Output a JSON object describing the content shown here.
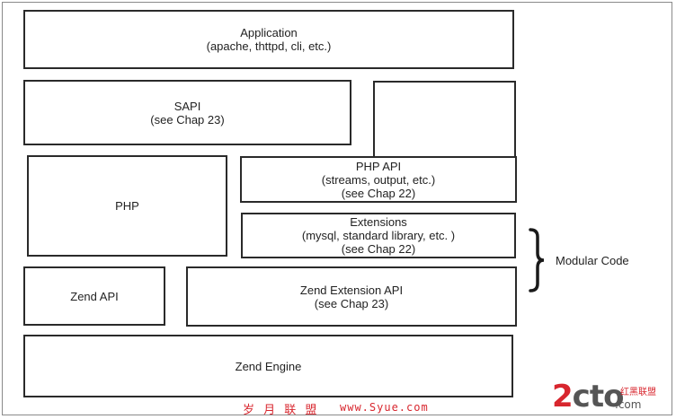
{
  "diagram": {
    "application": {
      "title": "Application",
      "subtitle": "(apache, thttpd, cli, etc.)"
    },
    "sapi": {
      "title": "SAPI",
      "subtitle": "(see Chap 23)"
    },
    "php": {
      "title": "PHP"
    },
    "php_api": {
      "title": "PHP API",
      "line2": "(streams, output, etc.)",
      "line3": "(see Chap 22)"
    },
    "extensions": {
      "title": "Extensions",
      "line2": "(mysql, standard library, etc. )",
      "line3": "(see Chap 22)"
    },
    "zend_api": {
      "title": "Zend API"
    },
    "zend_extension_api": {
      "title": "Zend Extension API",
      "subtitle": "(see Chap 23)"
    },
    "zend_engine": {
      "title": "Zend Engine"
    },
    "modular_code_label": "Modular Code"
  },
  "watermark": {
    "cn_text": "岁 月 联 盟",
    "url": "www.Syue.com",
    "logo_digits": "2",
    "logo_cto": "cto",
    "logo_dot_com": ".com",
    "logo_cn": "红黑联盟"
  },
  "colors": {
    "box_border": "#2a2a2a",
    "text": "#222222",
    "watermark_red": "#d8262e",
    "logo_gray": "#555555"
  }
}
